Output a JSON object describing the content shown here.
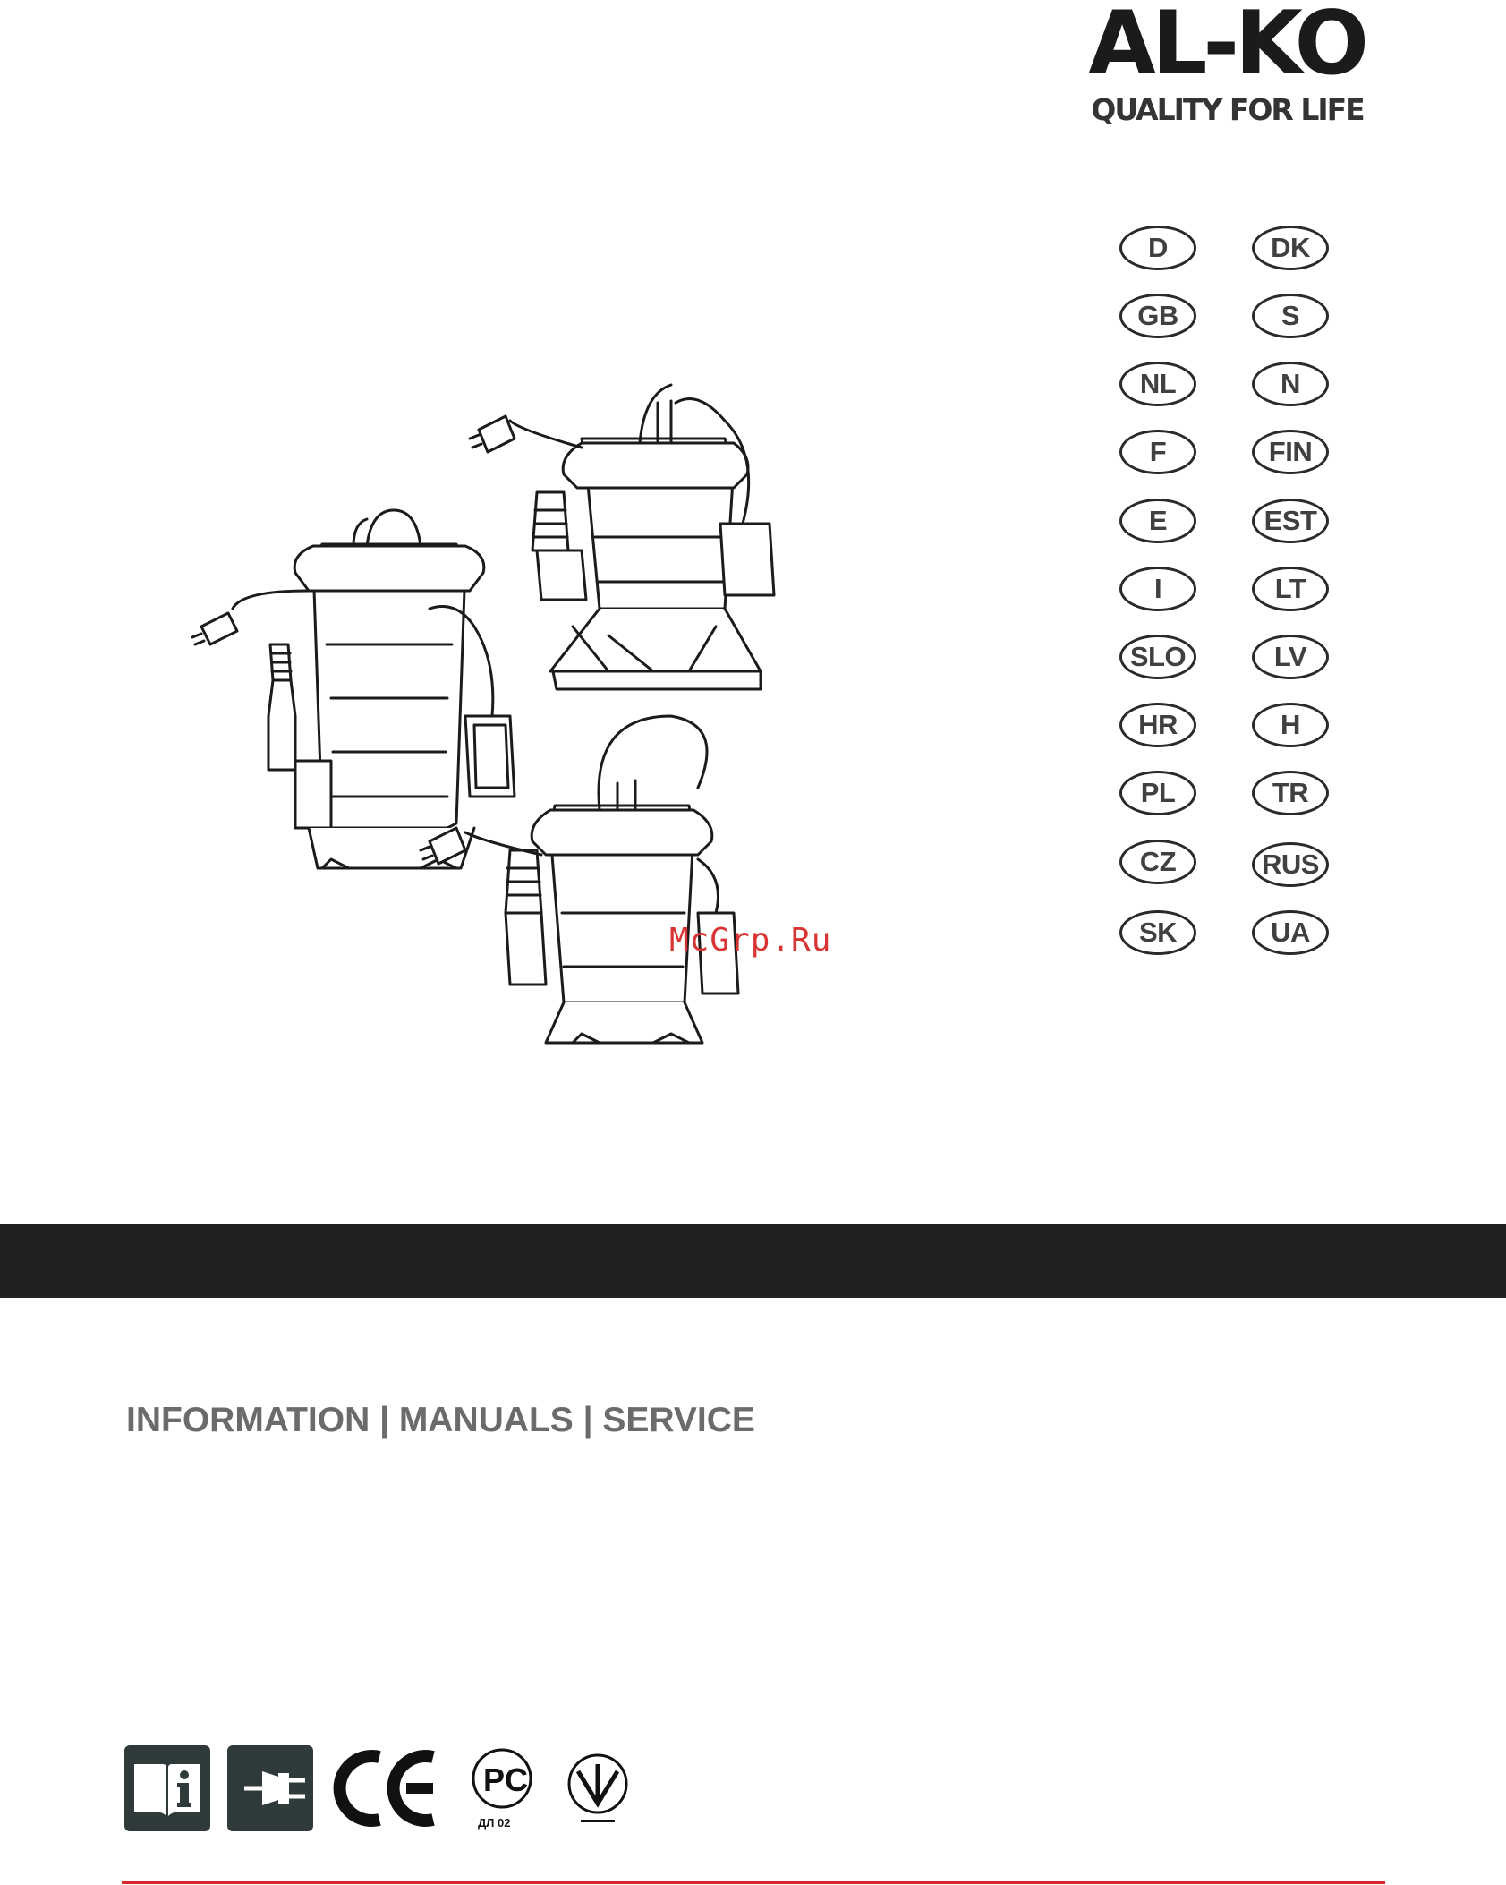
{
  "brand": {
    "logo_text": "AL-KO",
    "tagline": "QUALITY FOR LIFE"
  },
  "languages": {
    "left": [
      "D",
      "GB",
      "NL",
      "F",
      "E",
      "I",
      "SLO",
      "HR",
      "PL",
      "CZ",
      "SK"
    ],
    "right": [
      "DK",
      "S",
      "N",
      "FIN",
      "EST",
      "LT",
      "LV",
      "H",
      "TR",
      "RUS",
      "UA"
    ]
  },
  "watermark": "McGrp.Ru",
  "info_line": "INFORMATION | MANUALS | SERVICE",
  "symbols": {
    "manual_icon": "read-manual-icon",
    "plug_icon": "unplug-icon",
    "ce_mark": "CE",
    "gost_mark": "PC",
    "gost_code": "ДЛ 02",
    "ukr_mark": "ukrainian-conformity-icon"
  },
  "colors": {
    "accent_red": "#d6282b",
    "dark_band": "#212121",
    "text_gray": "#6b6b6b"
  }
}
